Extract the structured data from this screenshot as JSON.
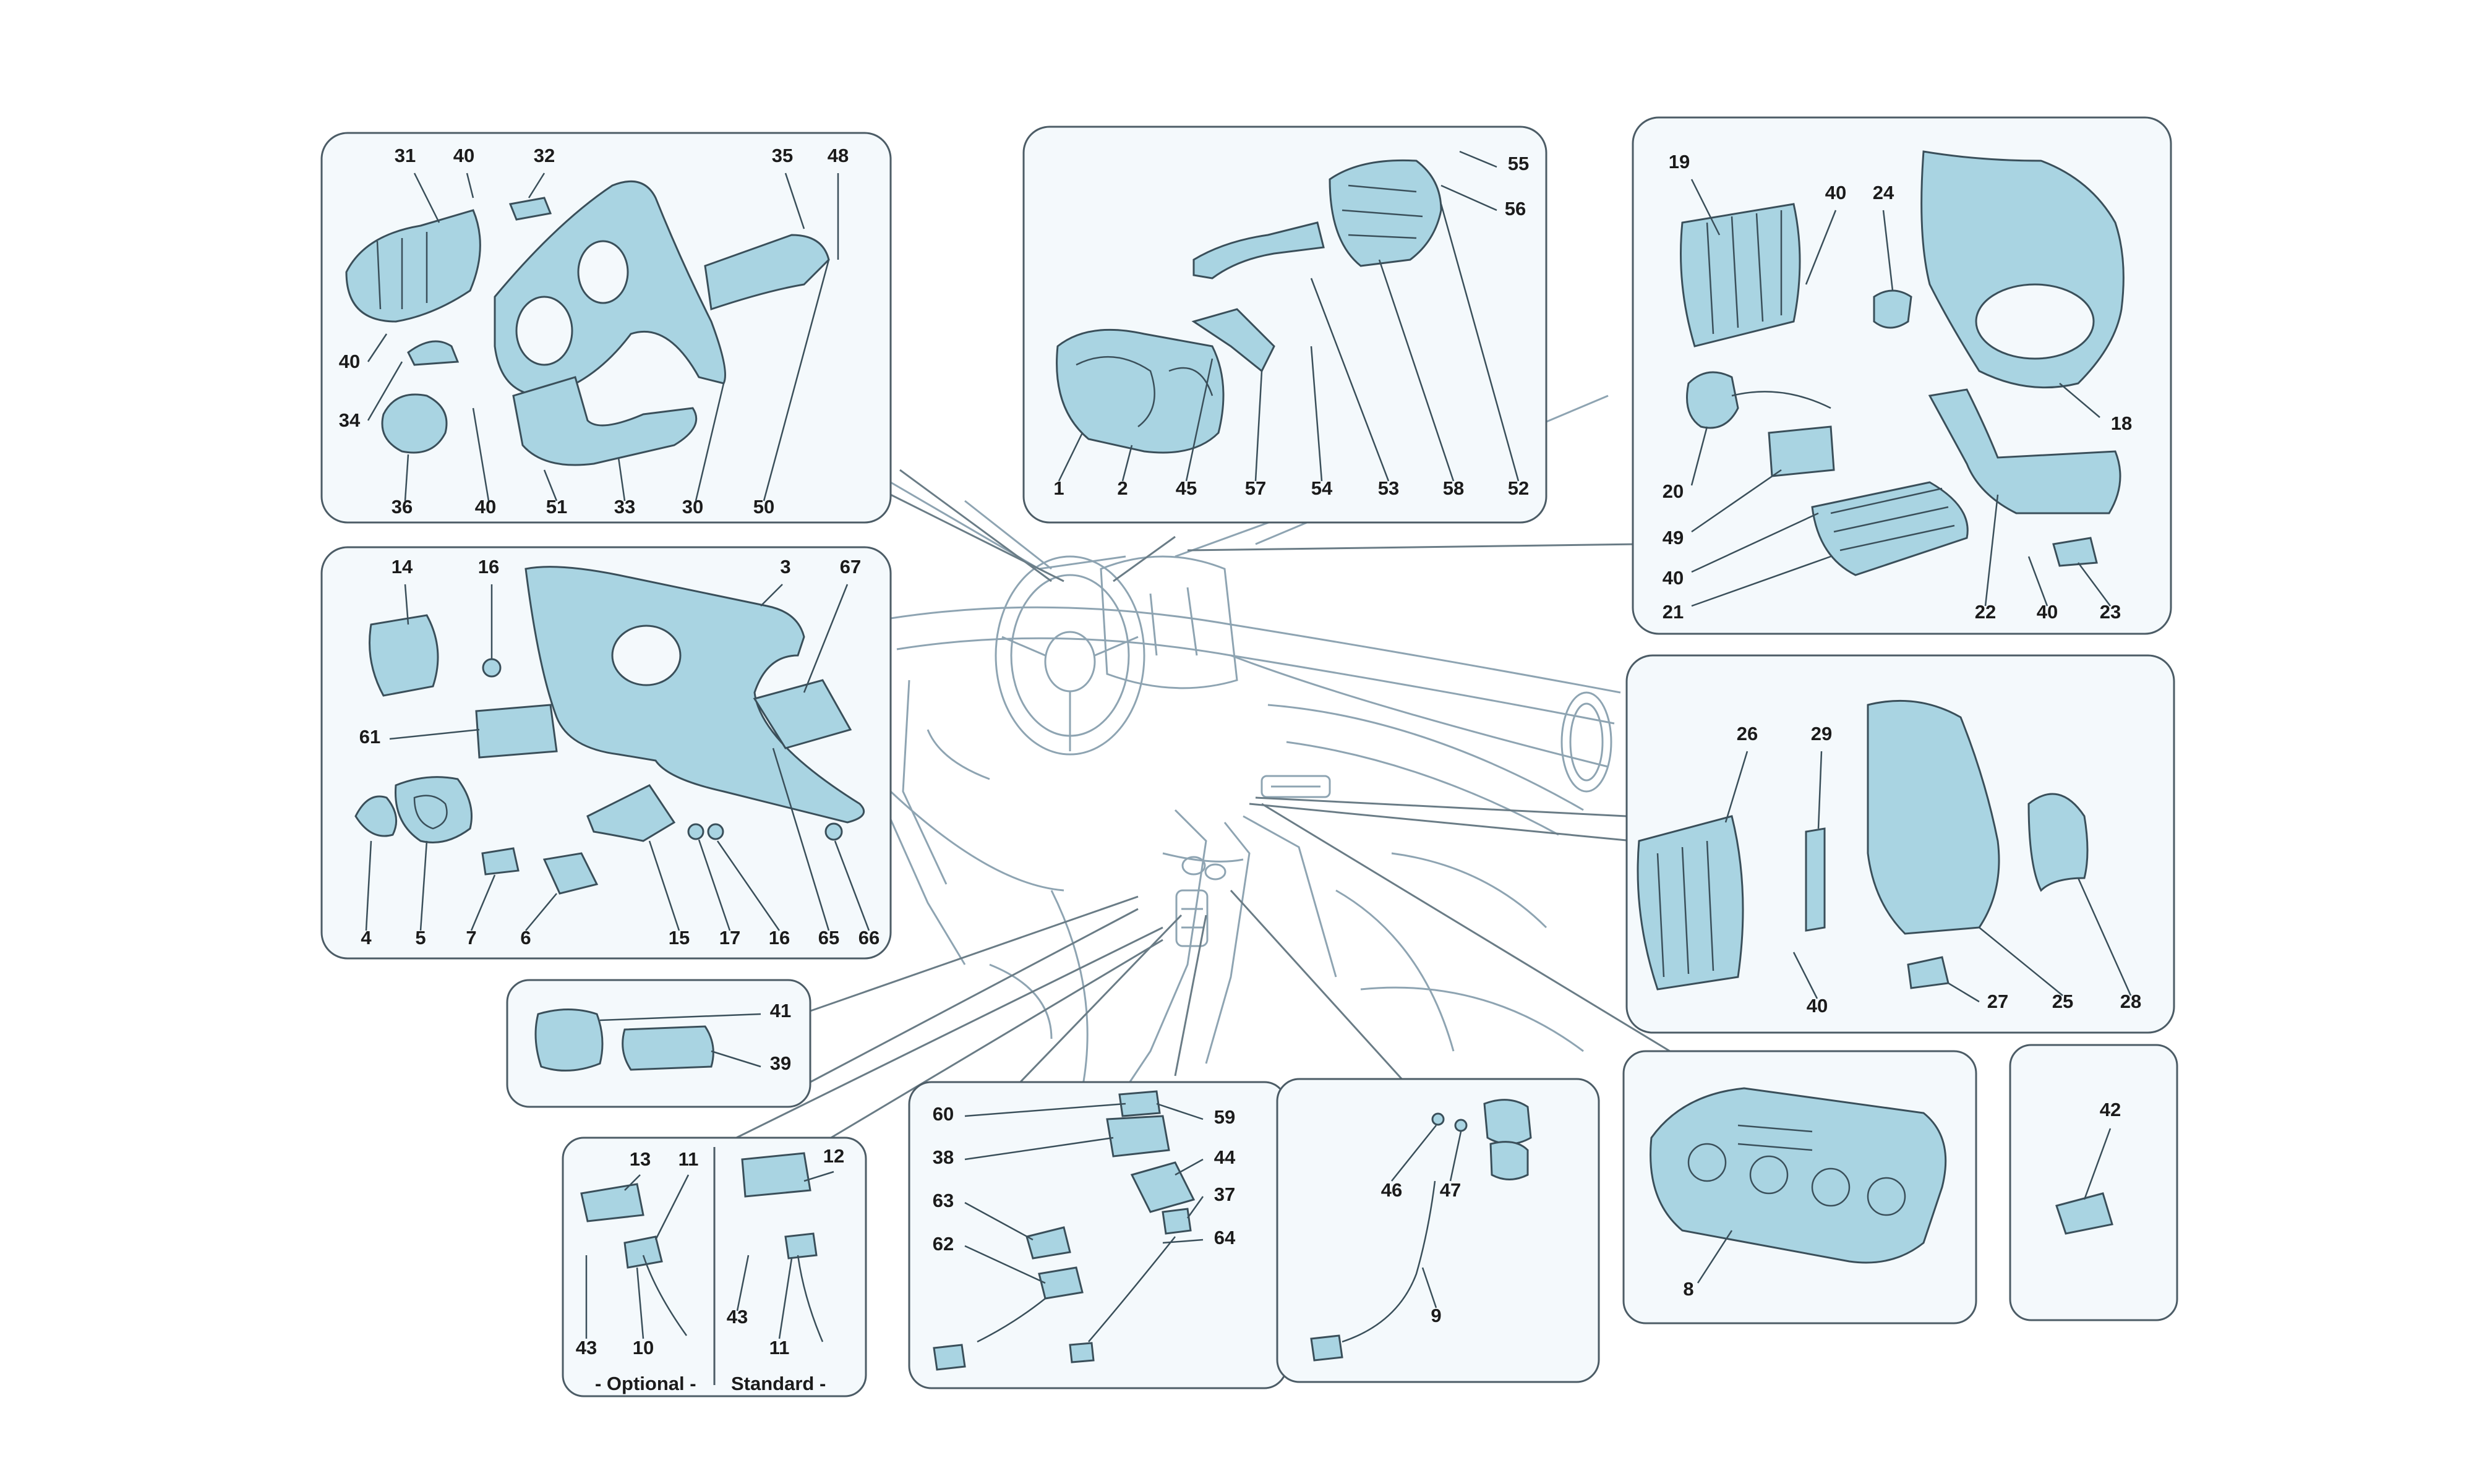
{
  "diagram": {
    "colors": {
      "part_fill": "#a9d4e2",
      "part_stroke": "#3a4f5a",
      "panel_fill": "#f4f9fc",
      "panel_stroke": "#4c5c66",
      "sketch_stroke": "#8ea4b2",
      "label_color": "#1b1b1b"
    },
    "captions": {
      "optional": "- Optional -",
      "standard": "Standard -"
    },
    "panels": [
      {
        "name": "panel-top-left-dash",
        "labels": [
          "31",
          "40",
          "32",
          "35",
          "48",
          "40",
          "34",
          "36",
          "40",
          "51",
          "33",
          "30",
          "50"
        ]
      },
      {
        "name": "panel-instrument-cluster",
        "labels": [
          "55",
          "56",
          "1",
          "2",
          "45",
          "57",
          "54",
          "53",
          "58",
          "52"
        ]
      },
      {
        "name": "panel-right-dash",
        "labels": [
          "19",
          "40",
          "24",
          "18",
          "20",
          "49",
          "40",
          "21",
          "22",
          "40",
          "23"
        ]
      },
      {
        "name": "panel-left-lower",
        "labels": [
          "14",
          "16",
          "3",
          "67",
          "61",
          "4",
          "5",
          "7",
          "6",
          "15",
          "17",
          "16",
          "65",
          "66"
        ]
      },
      {
        "name": "panel-glovebox-vents",
        "labels": [
          "26",
          "29",
          "40",
          "27",
          "25",
          "28"
        ]
      },
      {
        "name": "panel-switch-bezel",
        "labels": [
          "41",
          "39"
        ]
      },
      {
        "name": "panel-steering-switches",
        "labels": [
          "13",
          "11",
          "12",
          "43",
          "10",
          "43",
          "11"
        ]
      },
      {
        "name": "panel-tunnel-switches",
        "labels": [
          "60",
          "59",
          "38",
          "44",
          "37",
          "63",
          "64",
          "62"
        ]
      },
      {
        "name": "panel-usb-harness",
        "labels": [
          "46",
          "47",
          "9"
        ]
      },
      {
        "name": "panel-climate-control",
        "labels": [
          "8"
        ]
      },
      {
        "name": "panel-small-part",
        "labels": [
          "42"
        ]
      }
    ]
  }
}
